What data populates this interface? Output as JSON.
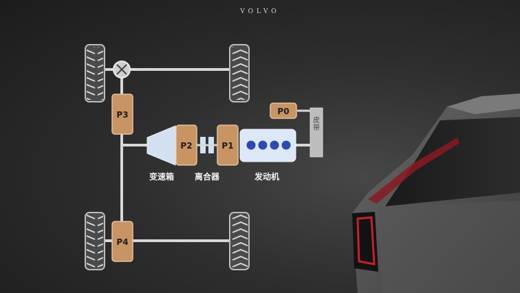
{
  "brand": "VOLVO",
  "positions": {
    "p0": "P0",
    "p1": "P1",
    "p2": "P2",
    "p3": "P3",
    "p4": "P4"
  },
  "labels": {
    "transmission": "变速箱",
    "clutch": "离合器",
    "engine": "发动机",
    "belt": "皮带"
  },
  "colors": {
    "module_fill": "#c89464",
    "engine_fill": "#dce8f8",
    "cylinder": "#2f49b0",
    "shaft": "#d7d7d7"
  }
}
